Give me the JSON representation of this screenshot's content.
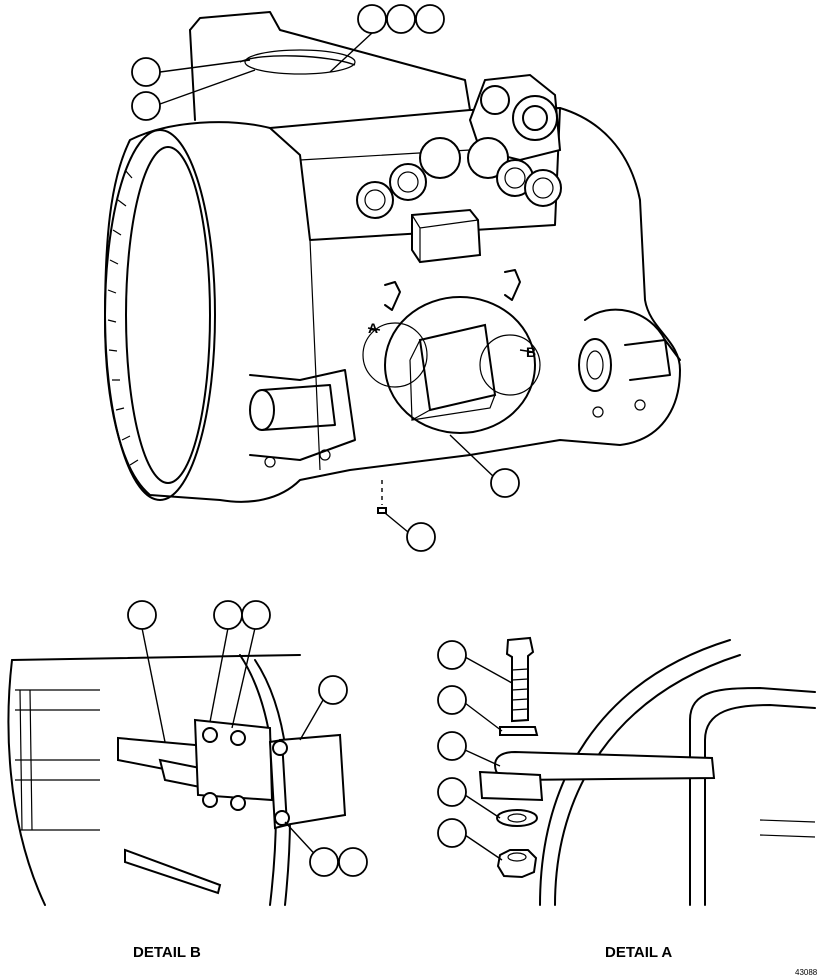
{
  "detail_b": {
    "title": "DETAIL B"
  },
  "detail_a": {
    "title": "DETAIL A"
  },
  "view_markers": {
    "a": "A",
    "b": "B"
  },
  "document": {
    "id": "43088"
  },
  "colors": {
    "line": "#000000",
    "background": "#ffffff"
  }
}
